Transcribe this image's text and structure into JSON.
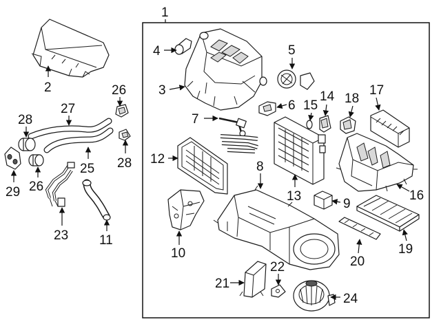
{
  "diagram": {
    "callouts": {
      "c1": "1",
      "c2": "2",
      "c3": "3",
      "c4": "4",
      "c5": "5",
      "c6": "6",
      "c7": "7",
      "c8": "8",
      "c9": "9",
      "c10": "10",
      "c11": "11",
      "c12": "12",
      "c13": "13",
      "c14": "14",
      "c15": "15",
      "c16": "16",
      "c17": "17",
      "c18": "18",
      "c19": "19",
      "c20": "20",
      "c21": "21",
      "c22": "22",
      "c23": "23",
      "c24": "24",
      "c25": "25",
      "c26a": "26",
      "c26b": "26",
      "c27": "27",
      "c28a": "28",
      "c28b": "28",
      "c29": "29"
    }
  }
}
